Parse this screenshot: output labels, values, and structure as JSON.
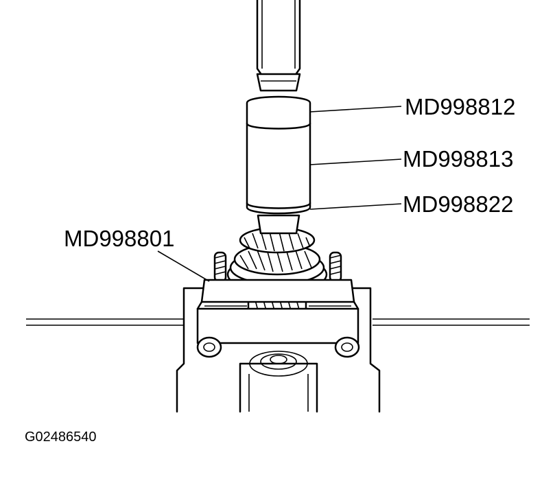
{
  "labels": {
    "tool_top": "MD998812",
    "tool_middle": "MD998813",
    "tool_bottom": "MD998822",
    "tool_plate": "MD998801"
  },
  "figure_code": "G02486540"
}
